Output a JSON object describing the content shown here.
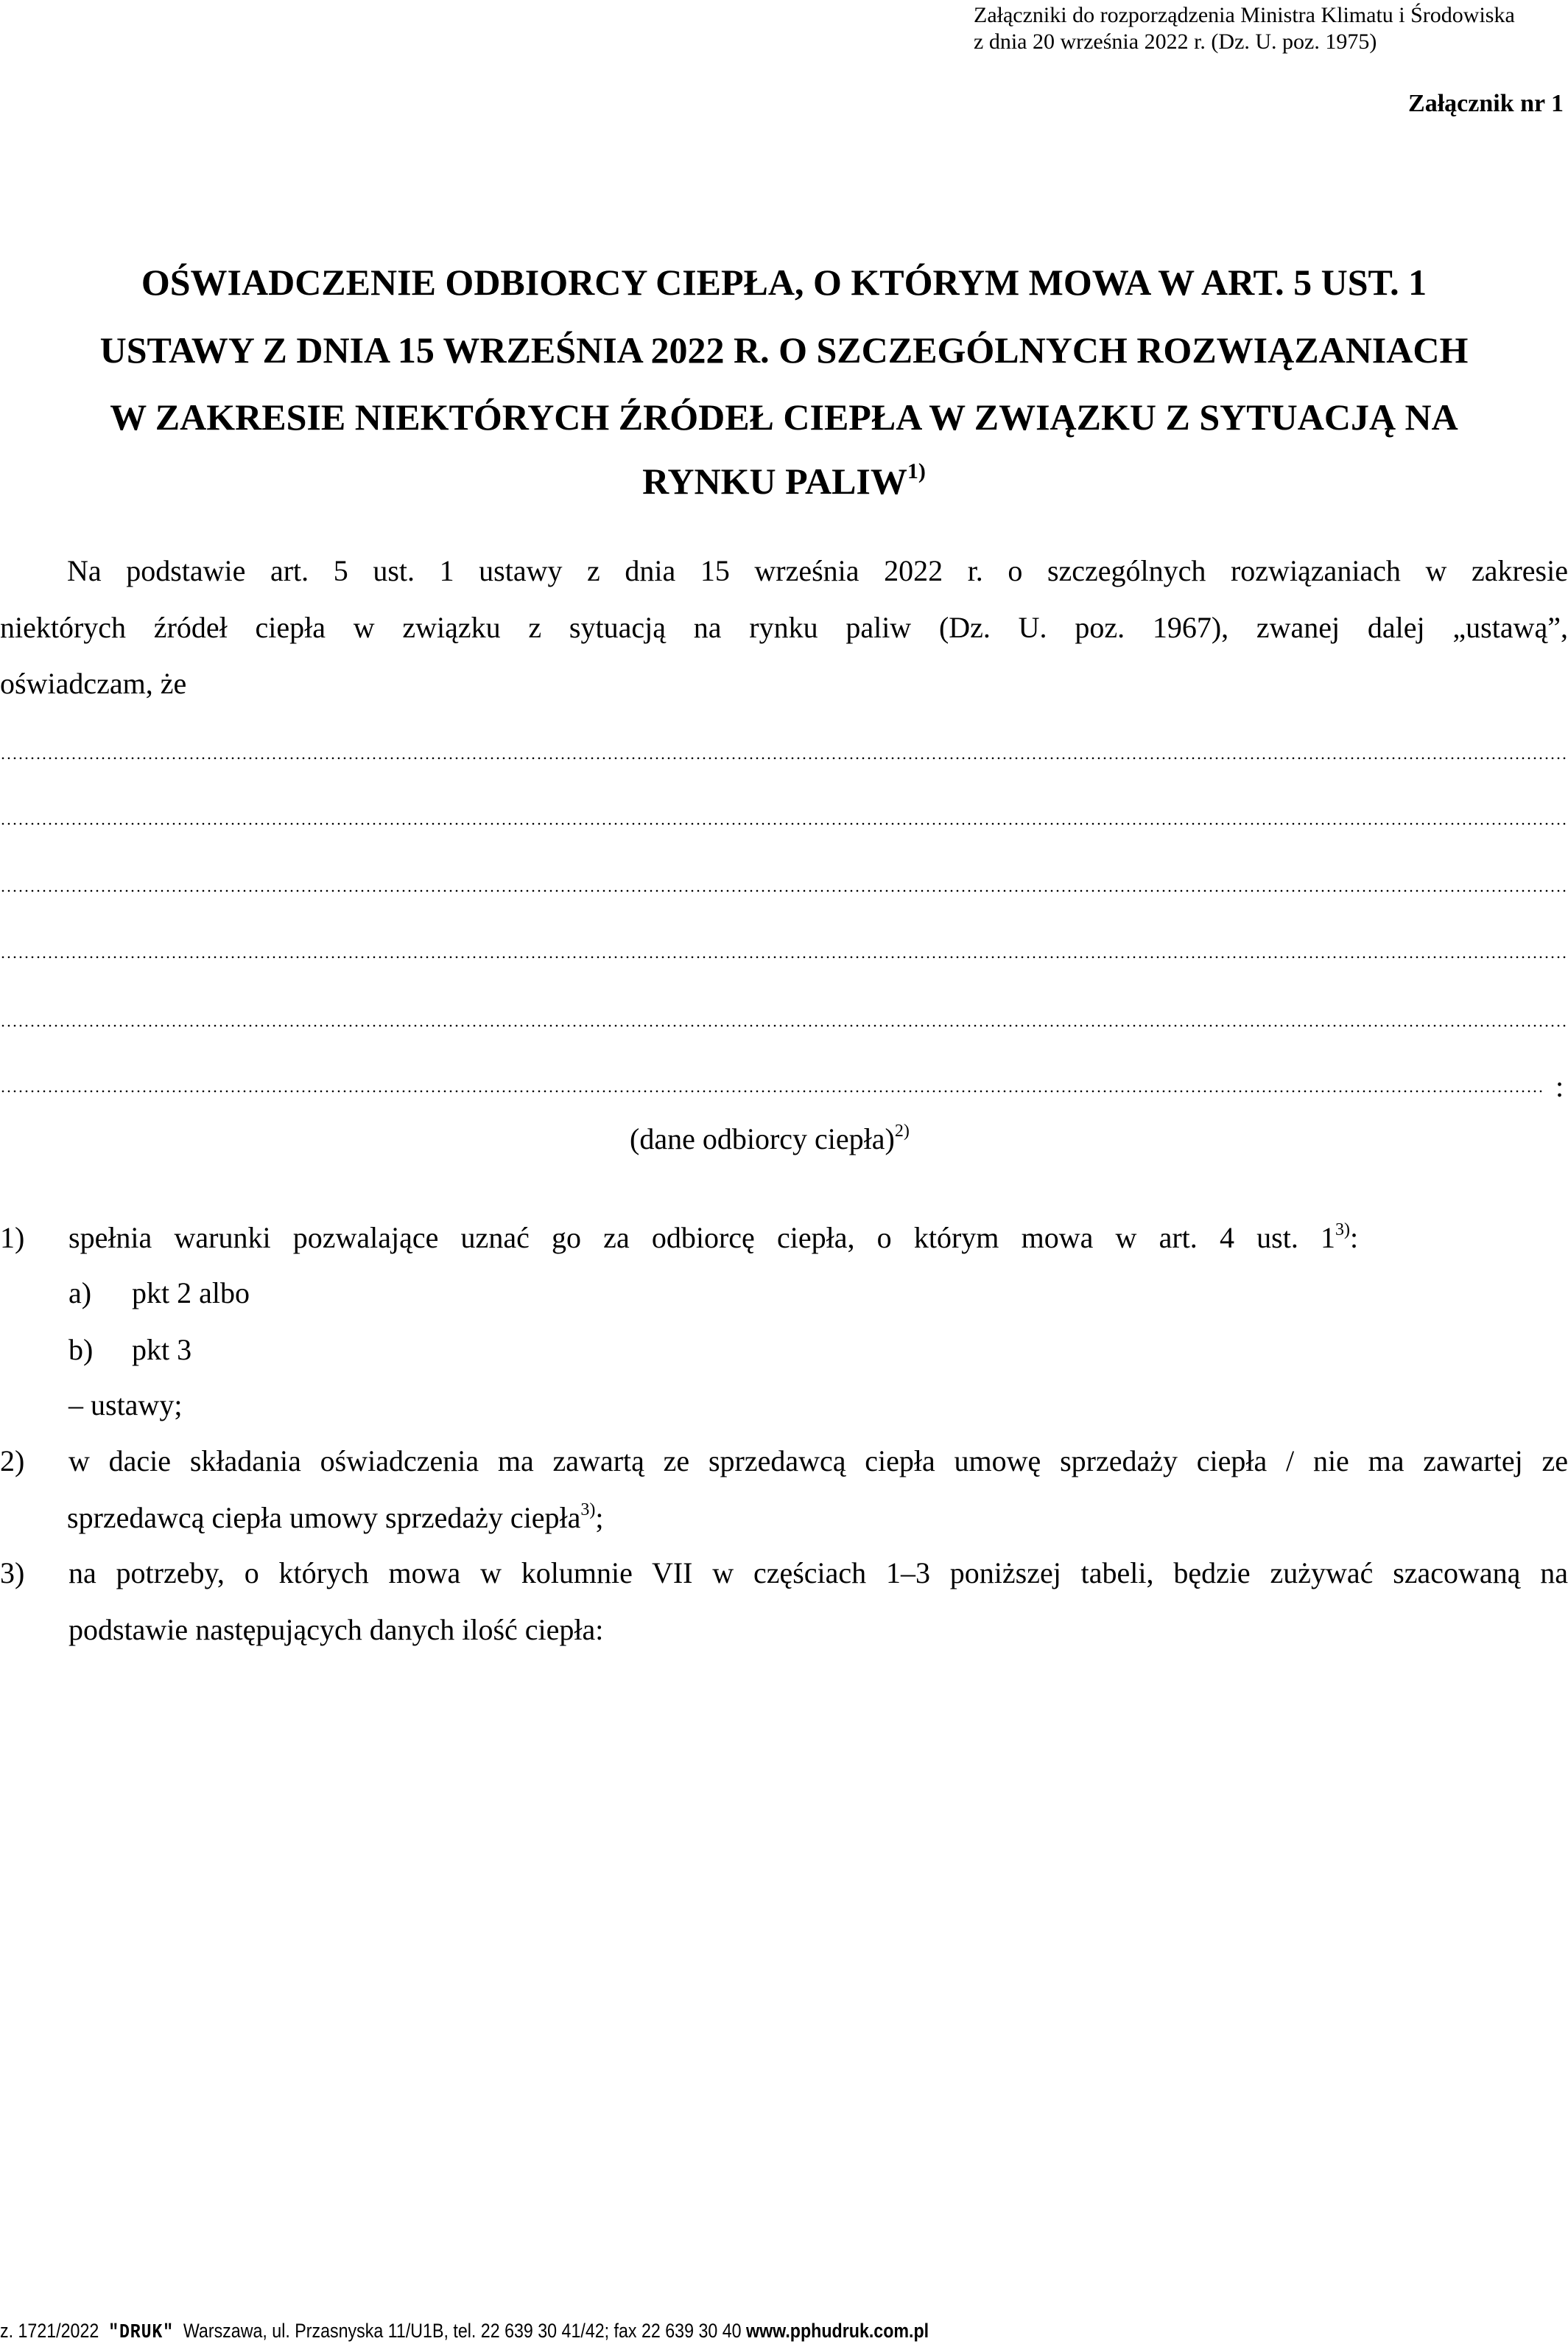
{
  "header": {
    "line1": "Załączniki do rozporządzenia Ministra Klimatu i Środowiska",
    "line2": "z dnia 20 września 2022 r. (Dz. U. poz. 1975)",
    "annex": "Załącznik nr 1"
  },
  "title": {
    "line1": "OŚWIADCZENIE ODBIORCY CIEPŁA, O KTÓRYM MOWA W ART. 5 UST. 1",
    "line2": "USTAWY Z DNIA 15 WRZEŚNIA 2022 R. O SZCZEGÓLNYCH ROZWIĄZANIACH",
    "line3": "W ZAKRESIE NIEKTÓRYCH ŹRÓDEŁ CIEPŁA W ZWIĄZKU Z SYTUACJĄ NA",
    "line4": "RYNKU PALIW",
    "line4_sup": "1)"
  },
  "intro": {
    "line1": "Na podstawie art. 5 ust. 1 ustawy z dnia 15 września 2022 r. o szczególnych rozwiązaniach w zakresie",
    "line2": "niektórych źródeł ciepła w związku z sytuacją na rynku paliw (Dz. U. poz. 1967), zwanej dalej „ustawą”,",
    "line3": "oświadczam, że"
  },
  "fill": {
    "end_mark": ":",
    "caption": "(dane odbiorcy ciepła)",
    "caption_sup": "2)"
  },
  "items": [
    {
      "num": "1)",
      "text": "spełnia warunki pozwalające uznać go za odbiorcę ciepła, o którym mowa w art. 4 ust. 1",
      "sup": "3)",
      "tail": ":",
      "sub": [
        {
          "num": "a)",
          "text": "pkt 2 albo"
        },
        {
          "num": "b)",
          "text": "pkt 3"
        }
      ],
      "after": "– ustawy;"
    },
    {
      "num": "2)",
      "line1": "w dacie składania oświadczenia ma zawartą ze sprzedawcą ciepła umowę sprzedaży ciepła / nie ma zawartej ze",
      "line2": "sprzedawcą ciepła umowy sprzedaży ciepła",
      "sup": "3)",
      "tail": ";"
    },
    {
      "num": "3)",
      "line1": "na potrzeby, o których mowa w kolumnie VII w częściach 1–3 poniższej tabeli, będzie zużywać szacowaną na",
      "line2": "podstawie następujących danych ilość ciepła:"
    }
  ],
  "footer": {
    "code": "z. 1721/2022",
    "brand": "\"DRUK\"",
    "address": "Warszawa, ul. Przasnyska 11/U1B, tel. 22 639 30 41/42; fax 22 639 30 40",
    "url": "www.pphudruk.com.pl"
  }
}
